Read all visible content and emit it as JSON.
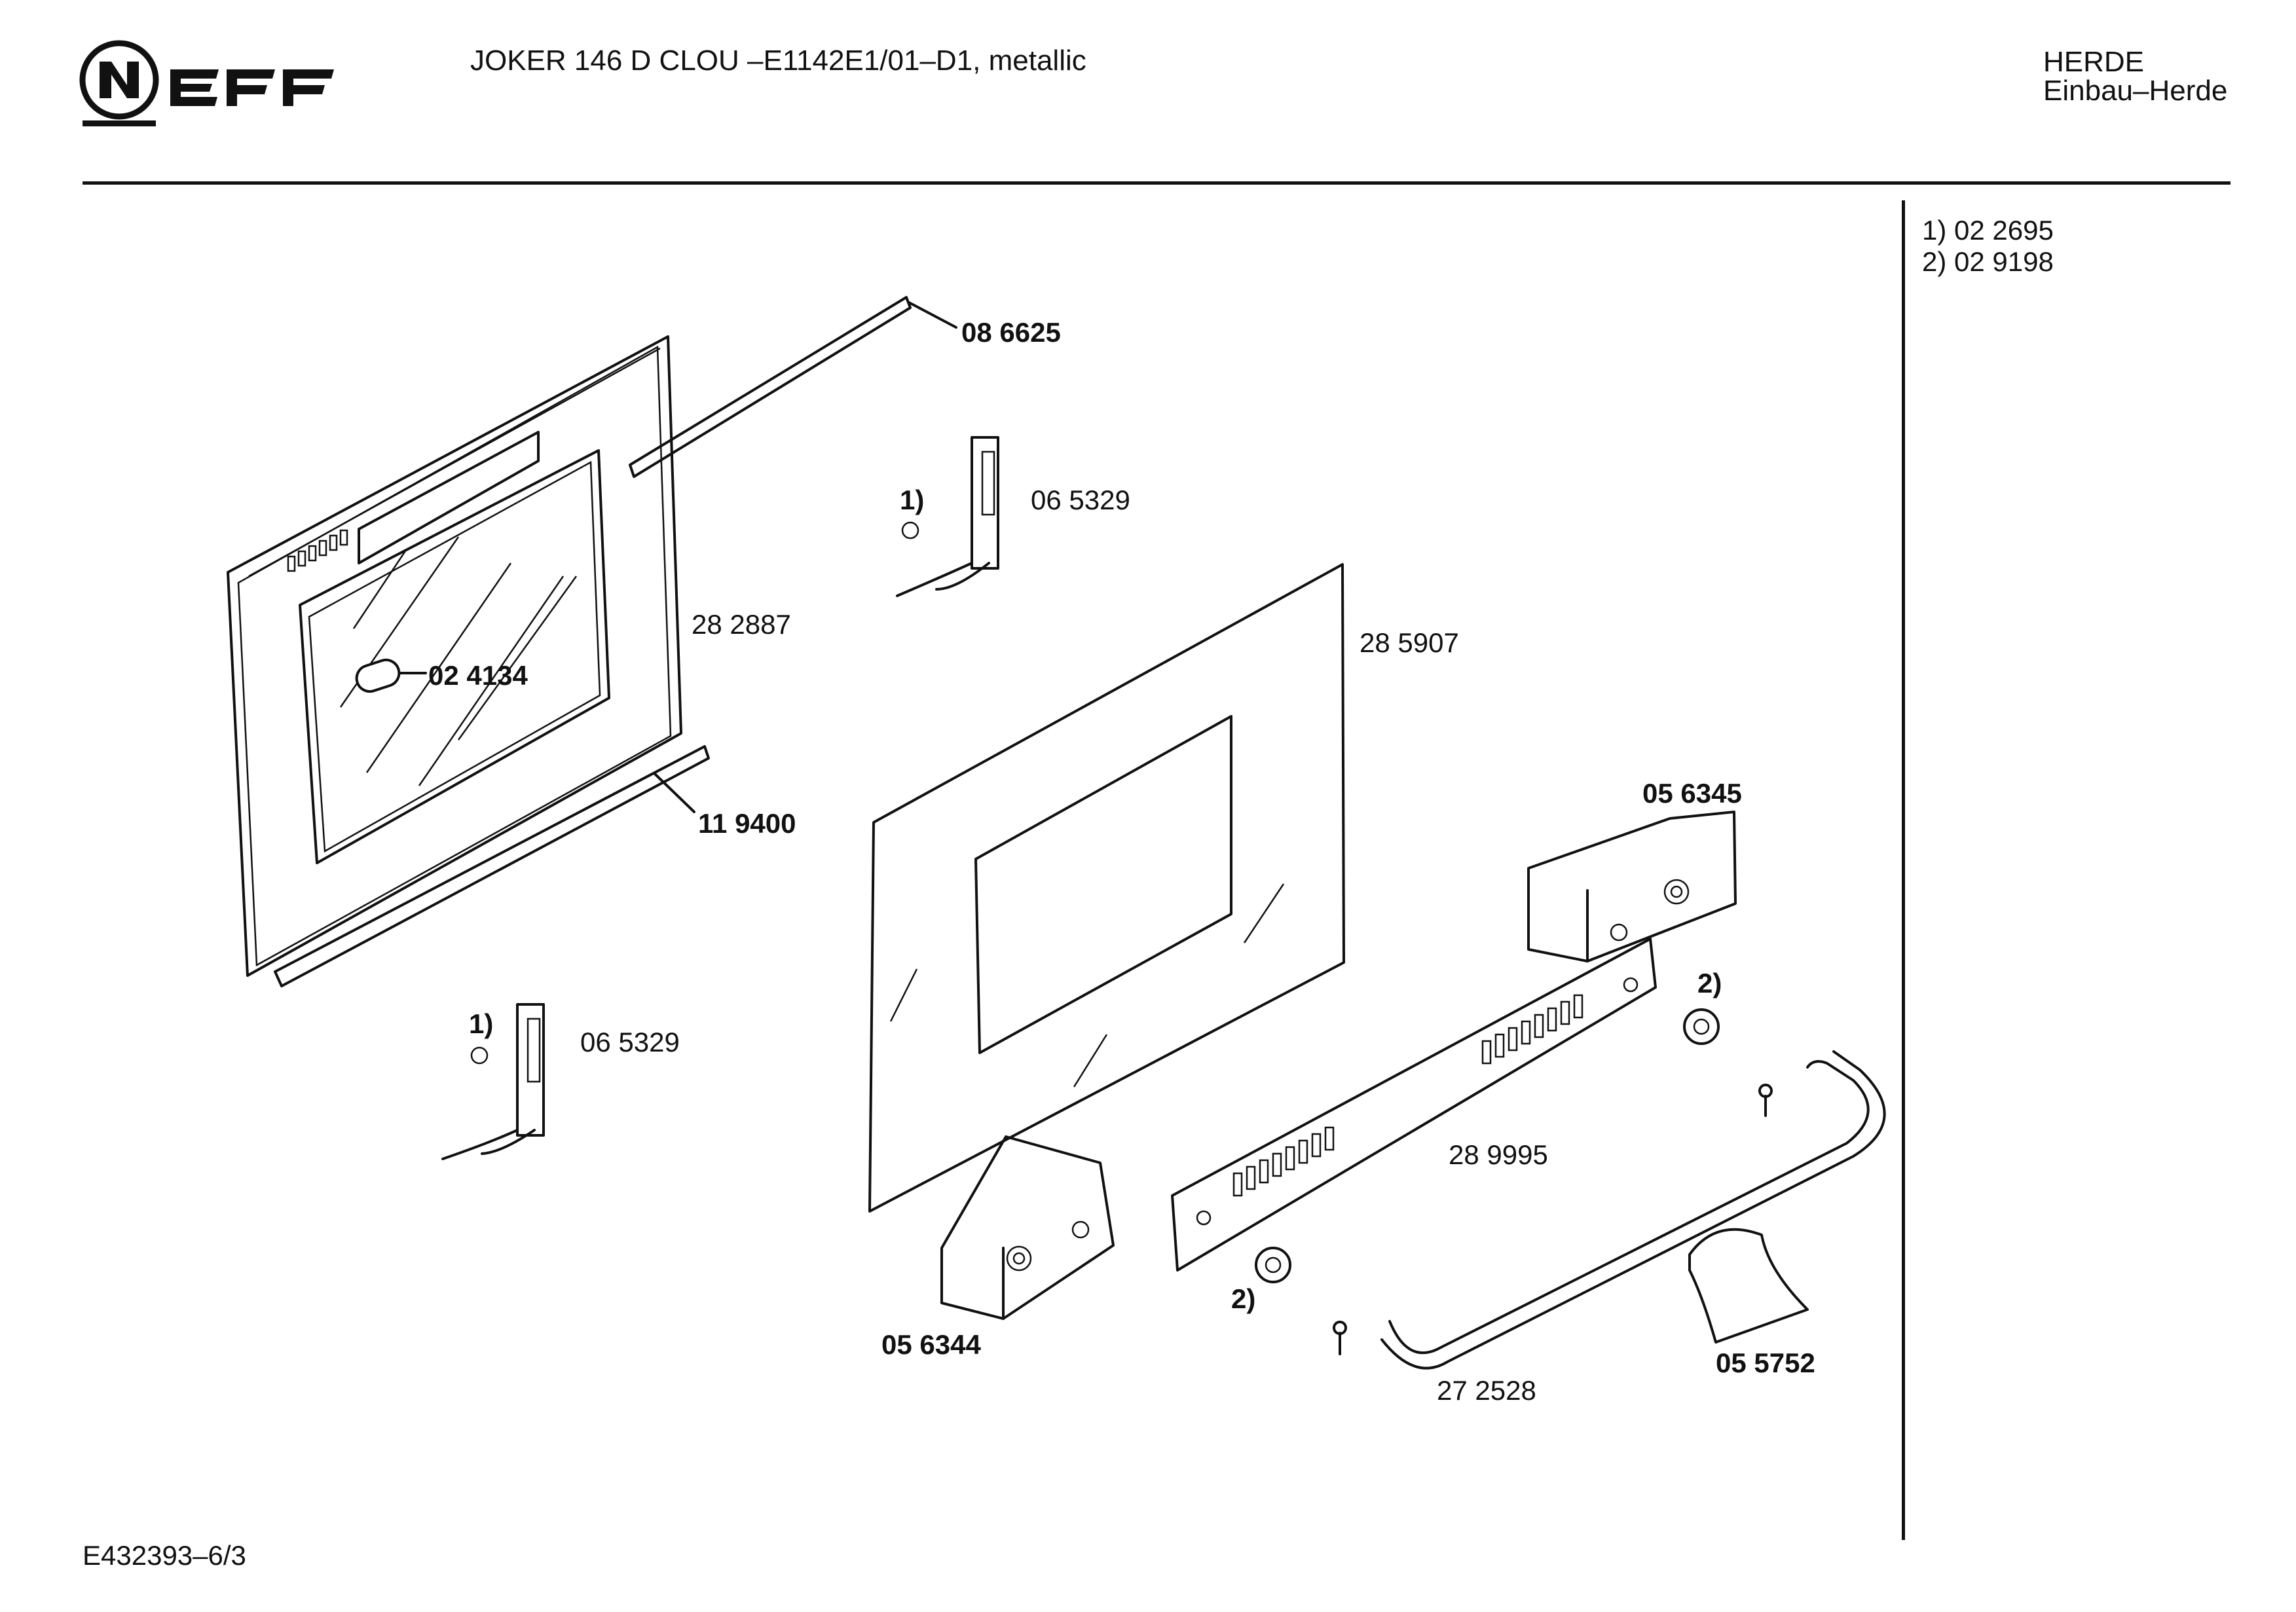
{
  "brand": {
    "logo_text": "NEFF"
  },
  "header": {
    "title": "JOKER 146 D CLOU –E1142E1/01–D1, metallic",
    "category": "HERDE",
    "subcategory": "Einbau–Herde"
  },
  "notes": [
    "1) 02 2695",
    "2) 02 9198"
  ],
  "footer": {
    "doc_ref": "E432393–6/3"
  },
  "parts": {
    "p086625": "08 6625",
    "p065329_top": "06 5329",
    "p282887": "28 2887",
    "p024134": "02 4134",
    "p285907": "28 5907",
    "p119400": "11 9400",
    "p056345": "05 6345",
    "p065329_bottom": "06 5329",
    "p289995": "28 9995",
    "p056344": "05 6344",
    "p272528": "27 2528",
    "p055752": "05 5752"
  },
  "callouts": {
    "one": "1)",
    "two": "2)"
  },
  "colors": {
    "ink": "#111111",
    "background": "#ffffff"
  }
}
